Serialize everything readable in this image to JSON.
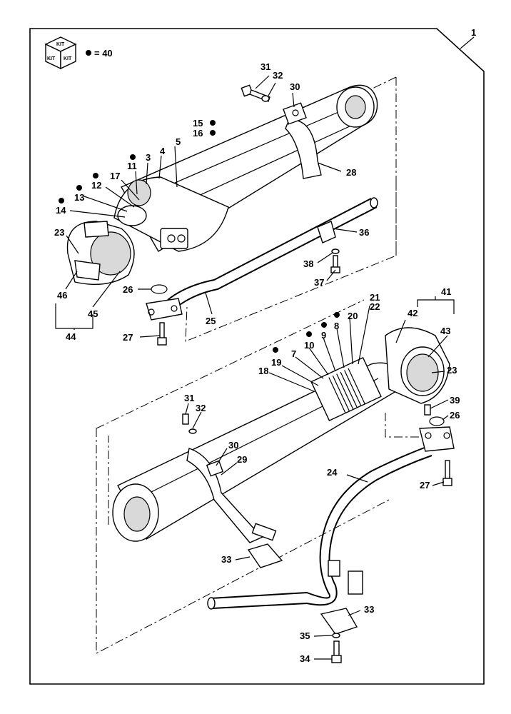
{
  "page": {
    "figure_number": "1"
  },
  "kit_legend": {
    "icon_text_top": "KIT",
    "icon_text_left": "KIT",
    "icon_text_right": "KIT",
    "legend_text": "= 40"
  },
  "callouts": {
    "c1": "31",
    "c2": "32",
    "c3": "30",
    "c4": "15",
    "c5": "16",
    "c6": "5",
    "c7": "4",
    "c8": "3",
    "c9": "11",
    "c10": "17",
    "c11": "12",
    "c12": "13",
    "c13": "14",
    "c14": "28",
    "c15": "23",
    "c16": "36",
    "c17": "38",
    "c18": "37",
    "c19": "26",
    "c20": "46",
    "c21": "45",
    "c22": "25",
    "c23": "44",
    "c24": "27",
    "c25": "41",
    "c26": "42",
    "c27": "21",
    "c28": "22",
    "c29": "20",
    "c30": "8",
    "c31": "43",
    "c32": "9",
    "c33": "10",
    "c34": "7",
    "c35": "19",
    "c36": "18",
    "c37": "23",
    "c38": "39",
    "c39": "31",
    "c40": "32",
    "c41": "26",
    "c42": "30",
    "c43": "29",
    "c44": "24",
    "c45": "27",
    "c46": "33",
    "c47": "33",
    "c48": "35",
    "c49": "34"
  }
}
